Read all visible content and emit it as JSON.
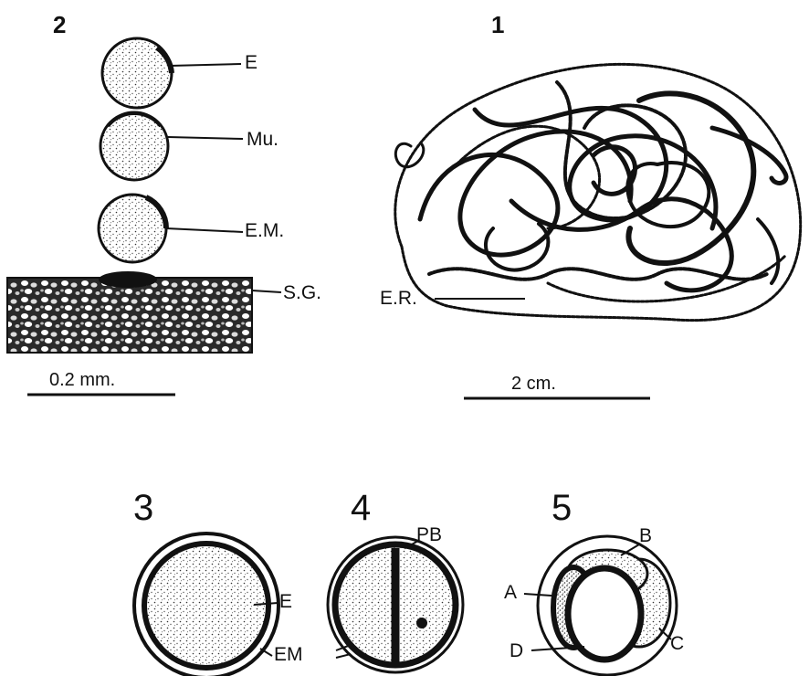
{
  "figure_numbers": {
    "f1": "1",
    "f2": "2",
    "f3": "3",
    "f4": "4",
    "f5": "5"
  },
  "fig2_labels": {
    "e": "E",
    "mu": "Mu.",
    "em": "E.M.",
    "sg": "S.G."
  },
  "fig1_labels": {
    "er": "E.R."
  },
  "scale_bars": {
    "fig2": "0.2 mm.",
    "fig1": "2 cm."
  },
  "fig3_labels": {
    "e": "E",
    "em": "EM"
  },
  "fig4_labels": {
    "pb": "PB"
  },
  "fig5_labels": {
    "a": "A",
    "b": "B",
    "c": "C",
    "d": "D"
  },
  "colors": {
    "ink": "#111111",
    "paper": "#ffffff",
    "stipple": "#444444"
  }
}
